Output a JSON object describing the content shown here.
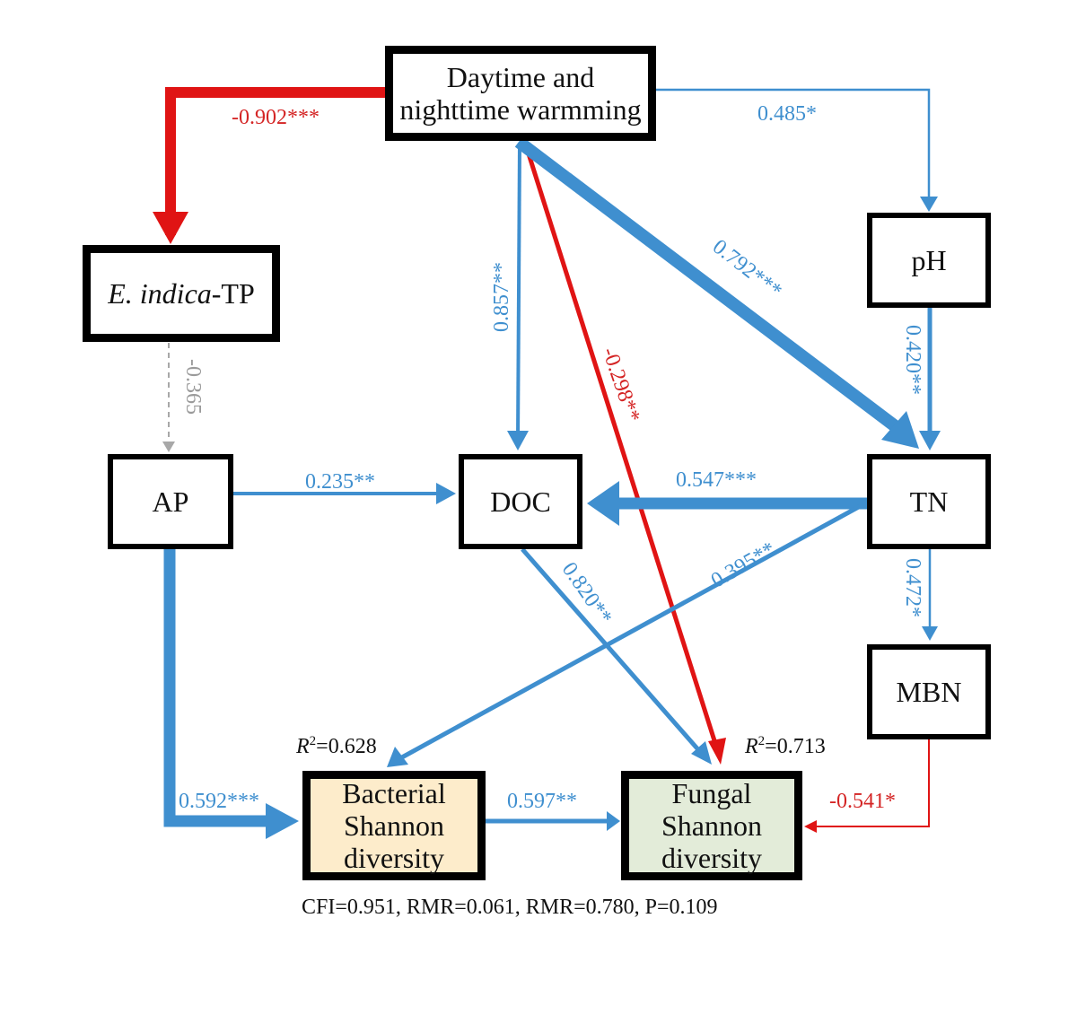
{
  "diagram": {
    "type": "structural-equation-model",
    "nodes": [
      {
        "id": "warming",
        "label_lines": [
          "Daytime and",
          "nighttime warmming"
        ]
      },
      {
        "id": "eindica",
        "label_italic": "E. indica",
        "label_rest": "-TP"
      },
      {
        "id": "ph",
        "label": "pH"
      },
      {
        "id": "ap",
        "label": "AP"
      },
      {
        "id": "doc",
        "label": "DOC"
      },
      {
        "id": "tn",
        "label": "TN"
      },
      {
        "id": "mbn",
        "label": "MBN"
      },
      {
        "id": "bacterial",
        "label_lines": [
          "Bacterial",
          "Shannon",
          "diversity"
        ]
      },
      {
        "id": "fungal",
        "label_lines": [
          "Fungal",
          "Shannon",
          "diversity"
        ]
      }
    ],
    "edges": [
      {
        "id": "warming-eindica",
        "from": "warming",
        "to": "eindica",
        "coef": "-0.902***",
        "sign": "negative",
        "significant": true
      },
      {
        "id": "warming-ph",
        "from": "warming",
        "to": "ph",
        "coef": "0.485*",
        "sign": "positive",
        "significant": true
      },
      {
        "id": "warming-doc",
        "from": "warming",
        "to": "doc",
        "coef": "0.857**",
        "sign": "positive",
        "significant": true
      },
      {
        "id": "warming-fungal",
        "from": "warming",
        "to": "fungal",
        "coef": "-0.298**",
        "sign": "negative",
        "significant": true
      },
      {
        "id": "warming-tn",
        "from": "warming",
        "to": "tn",
        "coef": "0.792***",
        "sign": "positive",
        "significant": true
      },
      {
        "id": "ph-tn",
        "from": "ph",
        "to": "tn",
        "coef": "0.420**",
        "sign": "positive",
        "significant": true
      },
      {
        "id": "eindica-ap",
        "from": "eindica",
        "to": "ap",
        "coef": "-0.365",
        "sign": "negative",
        "significant": false
      },
      {
        "id": "ap-doc",
        "from": "ap",
        "to": "doc",
        "coef": "0.235**",
        "sign": "positive",
        "significant": true
      },
      {
        "id": "tn-doc",
        "from": "tn",
        "to": "doc",
        "coef": "0.547***",
        "sign": "positive",
        "significant": true
      },
      {
        "id": "tn-bacterial",
        "from": "tn",
        "to": "bacterial",
        "coef": "0.395**",
        "sign": "positive",
        "significant": true
      },
      {
        "id": "doc-fungal",
        "from": "doc",
        "to": "fungal",
        "coef": "0.820**",
        "sign": "positive",
        "significant": true
      },
      {
        "id": "tn-mbn",
        "from": "tn",
        "to": "mbn",
        "coef": "0.472*",
        "sign": "positive",
        "significant": true
      },
      {
        "id": "ap-bacterial",
        "from": "ap",
        "to": "bacterial",
        "coef": "0.592***",
        "sign": "positive",
        "significant": true
      },
      {
        "id": "bacterial-fungal",
        "from": "bacterial",
        "to": "fungal",
        "coef": "0.597**",
        "sign": "positive",
        "significant": true
      },
      {
        "id": "mbn-fungal",
        "from": "mbn",
        "to": "fungal",
        "coef": "-0.541*",
        "sign": "negative",
        "significant": true
      }
    ],
    "r_squared": {
      "bacterial": {
        "symbol": "R",
        "sup": "2",
        "value": "=0.628"
      },
      "fungal": {
        "symbol": "R",
        "sup": "2",
        "value": "=0.713"
      }
    },
    "fit_stats": "CFI=0.951, RMR=0.061, RMR=0.780, P=0.109",
    "colors": {
      "positive": "#3f8fcf",
      "negative": "#e01414",
      "nonsignificant": "#a8a8a8"
    }
  }
}
